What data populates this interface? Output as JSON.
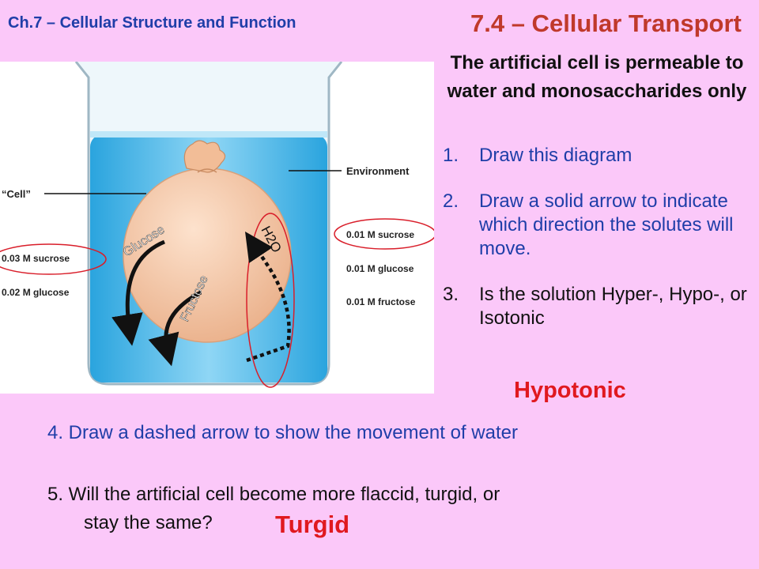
{
  "header": {
    "chapter": "Ch.7 – Cellular Structure and Function",
    "section": "7.4 – Cellular Transport",
    "subtitle": "The artificial cell is permeable to water and monosaccharides only"
  },
  "diagram": {
    "label_cell": "“Cell”",
    "label_environment": "Environment",
    "inside": [
      "0.03 M sucrose",
      "0.02 M glucose"
    ],
    "outside": [
      "0.01 M sucrose",
      "0.01 M glucose",
      "0.01 M fructose"
    ],
    "arrow_glucose": "Glucose",
    "arrow_fructose": "Fructose",
    "arrow_water": "H2O",
    "colors": {
      "water": "#41b4e8",
      "cell": "#f6c7a6",
      "circle": "#d91e2a"
    }
  },
  "steps": [
    {
      "num": "1.",
      "text": "Draw this diagram"
    },
    {
      "num": "2.",
      "text": "Draw a solid arrow to indicate which direction the solutes will move."
    },
    {
      "num": "3.",
      "text": "Is the solution Hyper-, Hypo-, or Isotonic"
    }
  ],
  "answer1": "Hypotonic",
  "question4": "4.  Draw a dashed arrow to show the movement of water",
  "question5": {
    "line1": "5.  Will the artificial cell become more flaccid, turgid, or",
    "line2": "stay the same?"
  },
  "answer2": "Turgid"
}
